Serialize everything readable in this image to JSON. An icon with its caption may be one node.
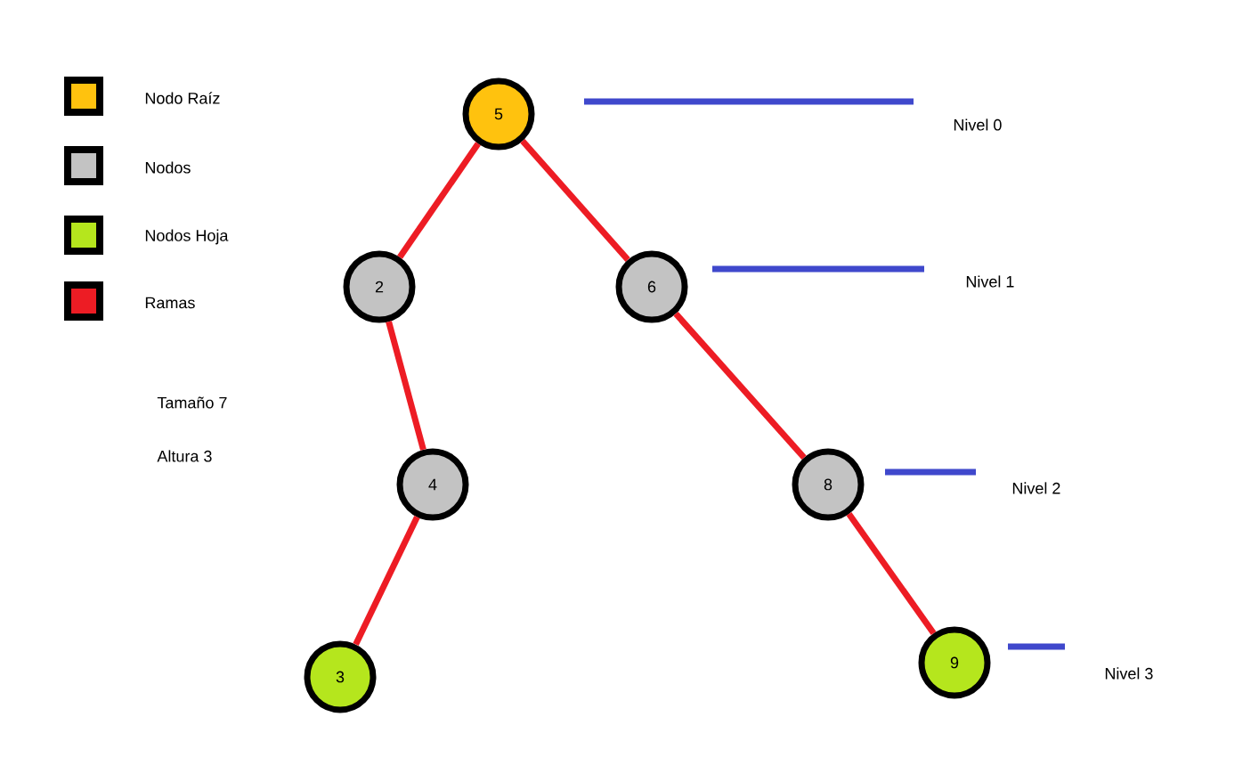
{
  "diagram": {
    "nodes": [
      {
        "text": [
          "5"
        ]
      },
      {
        "text": [
          "2"
        ]
      },
      {
        "text": [
          "6"
        ]
      },
      {
        "text": [
          "4"
        ]
      },
      {
        "text": [
          "8"
        ]
      },
      {
        "text": [
          "3"
        ]
      },
      {
        "text": [
          "9"
        ]
      }
    ],
    "edges": [
      {
        "from": 0,
        "to": 1,
        "arrow": "none"
      },
      {
        "from": 0,
        "to": 2,
        "arrow": "none"
      },
      {
        "from": 1,
        "to": 3,
        "arrow": "none"
      },
      {
        "from": 2,
        "to": 4,
        "arrow": "none"
      },
      {
        "from": 3,
        "to": 5,
        "arrow": "none"
      },
      {
        "from": 4,
        "to": 6,
        "arrow": "none"
      }
    ],
    "labels": [
      "Nivel 0",
      "Nivel 1",
      "Tamaño 7",
      "Altura 3",
      "Nivel 2",
      "Nivel 3"
    ],
    "legend": [
      {
        "text": "Nodo Raíz",
        "color": "#ffc20e"
      },
      {
        "text": "Nodos",
        "color": "#c3c3c3"
      },
      {
        "text": "Nodos Hoja",
        "color": "#b5e61d"
      },
      {
        "text": "Ramas",
        "color": "#ed1c24"
      }
    ]
  }
}
